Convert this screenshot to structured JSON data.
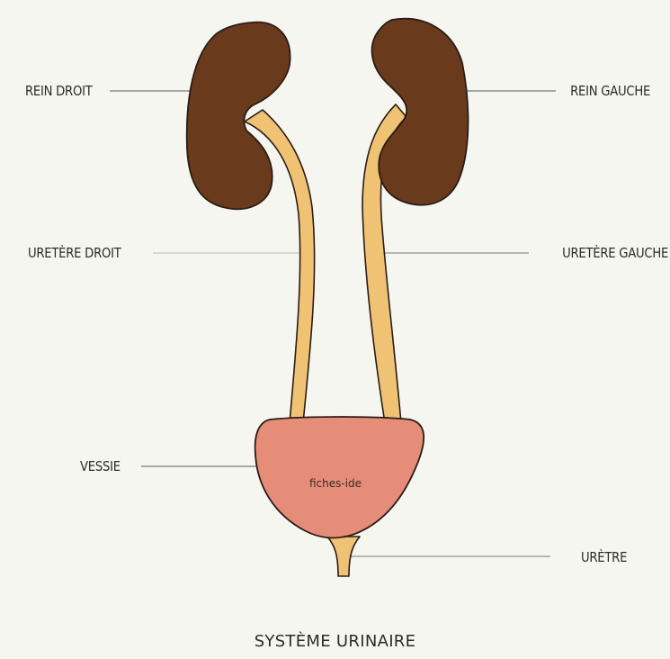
{
  "diagram": {
    "title": "SYSTÈME URINAIRE",
    "watermark": "fiches-ide",
    "labels": {
      "rein_droit": "REIN DROIT",
      "rein_gauche": "REIN GAUCHE",
      "uretere_droit": "URETÈRE DROIT",
      "uretere_gauche": "URETÈRE GAUCHE",
      "vessie": "VESSIE",
      "uretre": "URÈTRE"
    },
    "colors": {
      "background": "#f6f6f1",
      "kidney": "#6a3a1d",
      "ureter": "#f0c274",
      "bladder": "#e58d78",
      "outline": "#2a1c15",
      "leader_line": "#555555"
    }
  }
}
